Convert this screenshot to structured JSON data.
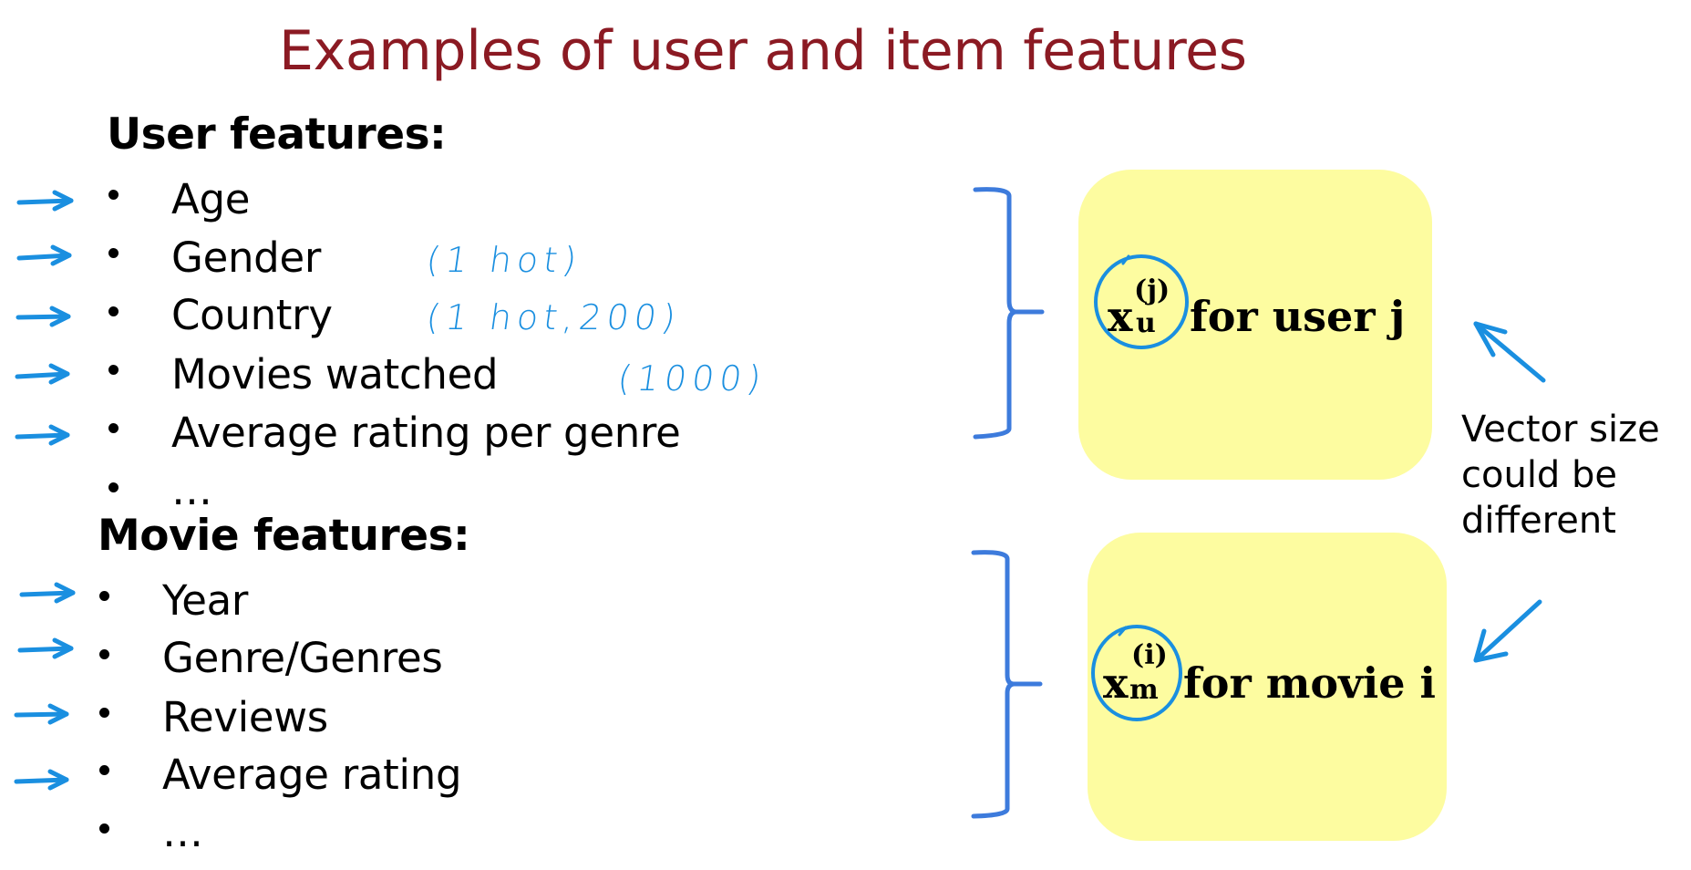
{
  "slide": {
    "title": "Examples of user and item features",
    "title_color": "#8b1a23"
  },
  "user_features": {
    "heading": "User features:",
    "items": [
      {
        "label": "Age",
        "marked": true,
        "annotation": ""
      },
      {
        "label": "Gender",
        "marked": true,
        "annotation": "(1 hot)"
      },
      {
        "label": "Country",
        "marked": true,
        "annotation": "(1 hot,200)"
      },
      {
        "label": "Movies watched",
        "marked": true,
        "annotation": "(1000)"
      },
      {
        "label": "Average rating per genre",
        "marked": true,
        "annotation": ""
      },
      {
        "label": "…",
        "marked": false,
        "annotation": ""
      }
    ]
  },
  "movie_features": {
    "heading": "Movie features:",
    "items": [
      {
        "label": "Year",
        "marked": true
      },
      {
        "label": "Genre/Genres",
        "marked": true
      },
      {
        "label": "Reviews",
        "marked": true
      },
      {
        "label": "Average rating",
        "marked": true
      },
      {
        "label": "…",
        "marked": false
      }
    ]
  },
  "vectors": {
    "user": {
      "symbol": "x",
      "subscript": "u",
      "superscript": "(j)",
      "text": "for user j"
    },
    "movie": {
      "symbol": "x",
      "subscript": "m",
      "superscript": "(i)",
      "text": "for movie i"
    }
  },
  "note": {
    "lines": [
      "Vector size",
      "could be",
      "different"
    ]
  },
  "icons": {
    "feature_marker": "right-arrow-icon",
    "group_brace": "right-curly-brace-icon",
    "pointer_up": "up-left-arrow-icon",
    "pointer_down": "down-left-arrow-icon",
    "circle": "hand-drawn-circle"
  },
  "colors": {
    "annotation_blue": "#1a8fe0",
    "brace_blue": "#3d7bdc",
    "box_yellow": "#fdfca0",
    "text": "#000000"
  }
}
